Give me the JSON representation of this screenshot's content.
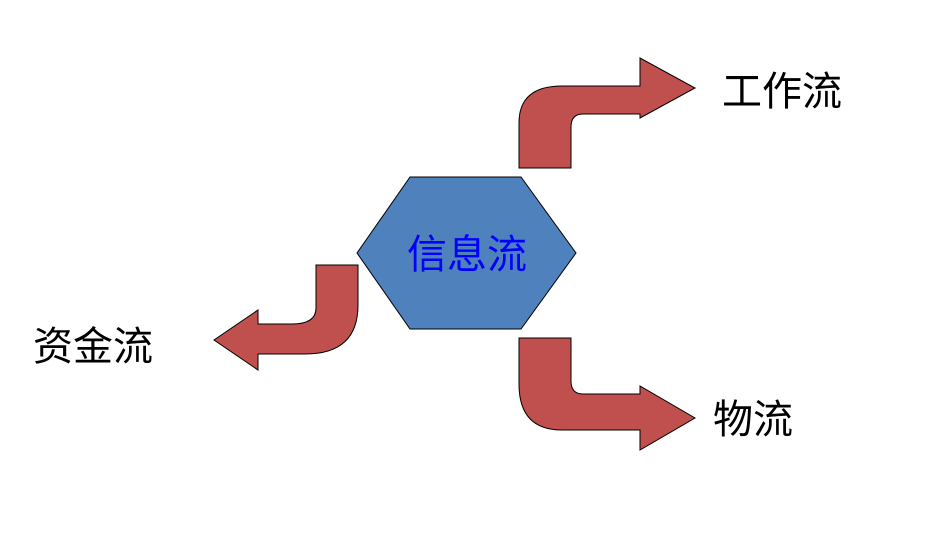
{
  "diagram": {
    "center": {
      "label": "信息流",
      "fill_color": "#4F81BD",
      "text_color": "#0000FF"
    },
    "arrow_color": "#C0504D",
    "flows": [
      {
        "id": "work",
        "label": "工作流",
        "direction": "up-right"
      },
      {
        "id": "money",
        "label": "资金流",
        "direction": "left"
      },
      {
        "id": "goods",
        "label": "物流",
        "direction": "down-right"
      }
    ]
  }
}
